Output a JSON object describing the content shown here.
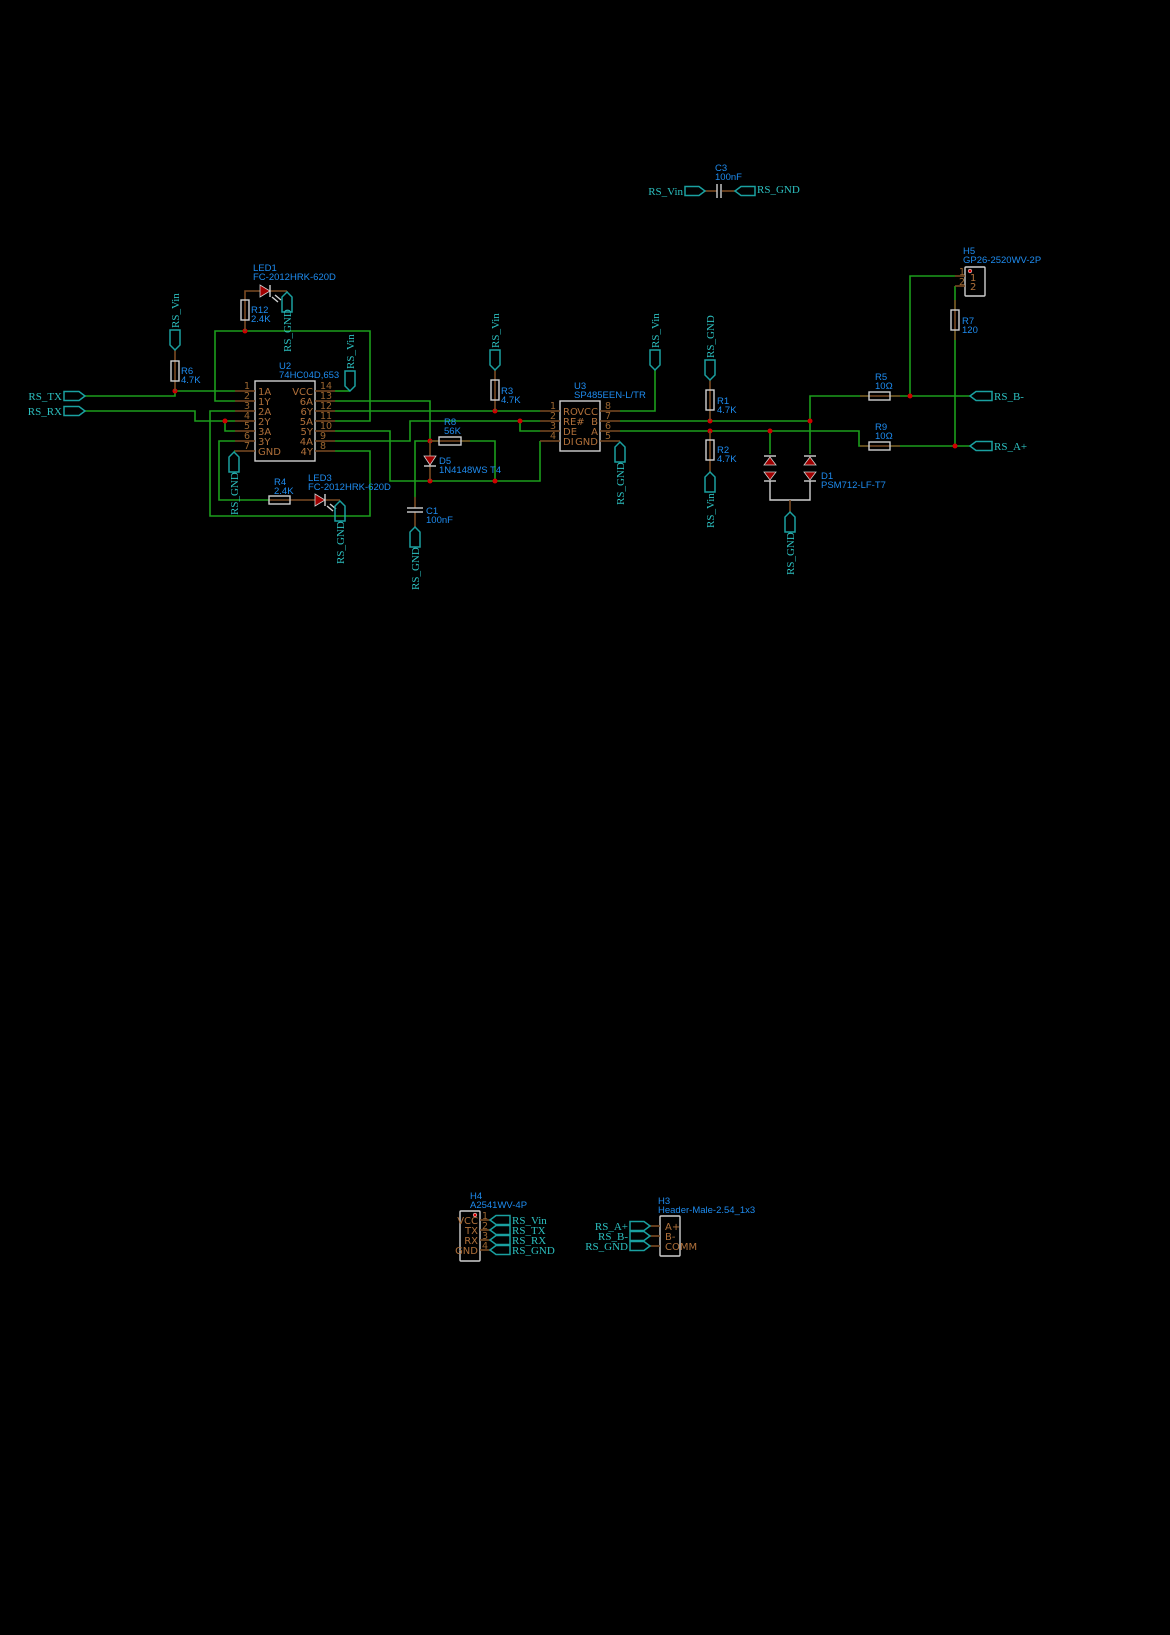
{
  "nets": {
    "vin": "RS_Vin",
    "gnd": "RS_GND",
    "tx": "RS_TX",
    "rx": "RS_RX",
    "a": "RS_A+",
    "b": "RS_B-"
  },
  "u2": {
    "ref": "U2",
    "value": "74HC04D,653",
    "left": [
      {
        "num": "1",
        "name": "1A"
      },
      {
        "num": "2",
        "name": "1Y"
      },
      {
        "num": "3",
        "name": "2A"
      },
      {
        "num": "4",
        "name": "2Y"
      },
      {
        "num": "5",
        "name": "3A"
      },
      {
        "num": "6",
        "name": "3Y"
      },
      {
        "num": "7",
        "name": "GND"
      }
    ],
    "right": [
      {
        "num": "14",
        "name": "VCC"
      },
      {
        "num": "13",
        "name": "6A"
      },
      {
        "num": "12",
        "name": "6Y"
      },
      {
        "num": "11",
        "name": "5A"
      },
      {
        "num": "10",
        "name": "5Y"
      },
      {
        "num": "9",
        "name": "4A"
      },
      {
        "num": "8",
        "name": "4Y"
      }
    ]
  },
  "u3": {
    "ref": "U3",
    "value": "SP485EEN-L/TR",
    "left": [
      {
        "num": "1",
        "name": "RO"
      },
      {
        "num": "2",
        "name": "RE#"
      },
      {
        "num": "3",
        "name": "DE"
      },
      {
        "num": "4",
        "name": "DI"
      }
    ],
    "right": [
      {
        "num": "8",
        "name": "VCC"
      },
      {
        "num": "7",
        "name": "B"
      },
      {
        "num": "6",
        "name": "A"
      },
      {
        "num": "5",
        "name": "GND"
      }
    ]
  },
  "r1": {
    "ref": "R1",
    "value": "4.7K"
  },
  "r2": {
    "ref": "R2",
    "value": "4.7K"
  },
  "r3": {
    "ref": "R3",
    "value": "4.7K"
  },
  "r4": {
    "ref": "R4",
    "value": "2.4K"
  },
  "r5": {
    "ref": "R5",
    "value": "10Ω"
  },
  "r6": {
    "ref": "R6",
    "value": "4.7K"
  },
  "r7": {
    "ref": "R7",
    "value": "120"
  },
  "r8": {
    "ref": "R8",
    "value": "56K"
  },
  "r9": {
    "ref": "R9",
    "value": "10Ω"
  },
  "r12": {
    "ref": "R12",
    "value": "2.4K"
  },
  "led1": {
    "ref": "LED1",
    "value": "FC-2012HRK-620D"
  },
  "led3": {
    "ref": "LED3",
    "value": "FC-2012HRK-620D"
  },
  "d5": {
    "ref": "D5",
    "value": "1N4148WS T4"
  },
  "d1": {
    "ref": "D1",
    "value": "PSM712-LF-T7"
  },
  "c1": {
    "ref": "C1",
    "value": "100nF"
  },
  "c3": {
    "ref": "C3",
    "value": "100nF"
  },
  "h5": {
    "ref": "H5",
    "value": "GP26-2520WV-2P",
    "pins": [
      "1",
      "2"
    ]
  },
  "h4": {
    "ref": "H4",
    "value": "A2541WV-4P",
    "pins": [
      {
        "num": "1",
        "name": "VCC"
      },
      {
        "num": "2",
        "name": "TX"
      },
      {
        "num": "3",
        "name": "RX"
      },
      {
        "num": "4",
        "name": "GND"
      }
    ]
  },
  "h3": {
    "ref": "H3",
    "value": "Header-Male-2.54_1x3",
    "pins": [
      {
        "name": "A+"
      },
      {
        "name": "B-"
      },
      {
        "name": "COMM"
      }
    ]
  }
}
